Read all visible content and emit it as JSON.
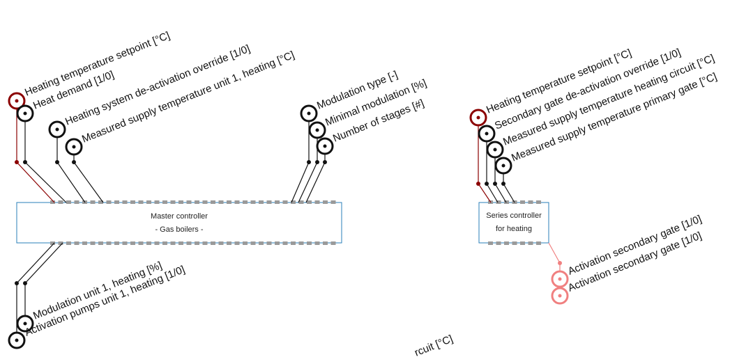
{
  "colors": {
    "wire": "#111111",
    "wire_red": "#8b0000",
    "port_pink": "#f08080",
    "box_border": "#2a7fb8",
    "pin": "#9a9a9a"
  },
  "master": {
    "title": "Master controller",
    "subtitle": "- Gas boilers -",
    "inputs": [
      {
        "label": "Heating temperature setpoint [°C]",
        "color": "red"
      },
      {
        "label": "Heat demand [1/0]",
        "color": "black"
      },
      {
        "label": "Heating system de-activation override [1/0]",
        "color": "black"
      },
      {
        "label": "Measured supply temperature unit 1, heating [°C]",
        "color": "black"
      }
    ],
    "parameters": [
      {
        "label": "Modulation type [-]",
        "color": "black"
      },
      {
        "label": "Minimal modulation [%]",
        "color": "black"
      },
      {
        "label": "Number of stages [#]",
        "color": "black"
      }
    ],
    "outputs": [
      {
        "label": "Modulation unit 1, heating [%]",
        "color": "black"
      },
      {
        "label": "Activation pumps unit 1, heating [1/0]",
        "color": "black"
      }
    ]
  },
  "series": {
    "title": "Series controller",
    "subtitle": "for heating",
    "inputs": [
      {
        "label": "Heating temperature setpoint [°C]",
        "color": "red"
      },
      {
        "label": "Secondary gate de-activation override [1/0]",
        "color": "black"
      },
      {
        "label": "Measured supply temperature heating circuit [°C]",
        "color": "black"
      },
      {
        "label": "Measured supply temperature primary gate [°C]",
        "color": "black"
      }
    ],
    "outputs": [
      {
        "label": "Activation secondary gate [1/0]",
        "color": "pink"
      },
      {
        "label": "Activation secondary gate [1/0]",
        "color": "pink"
      }
    ]
  },
  "fragment": {
    "text": "rcuit [°C]"
  }
}
